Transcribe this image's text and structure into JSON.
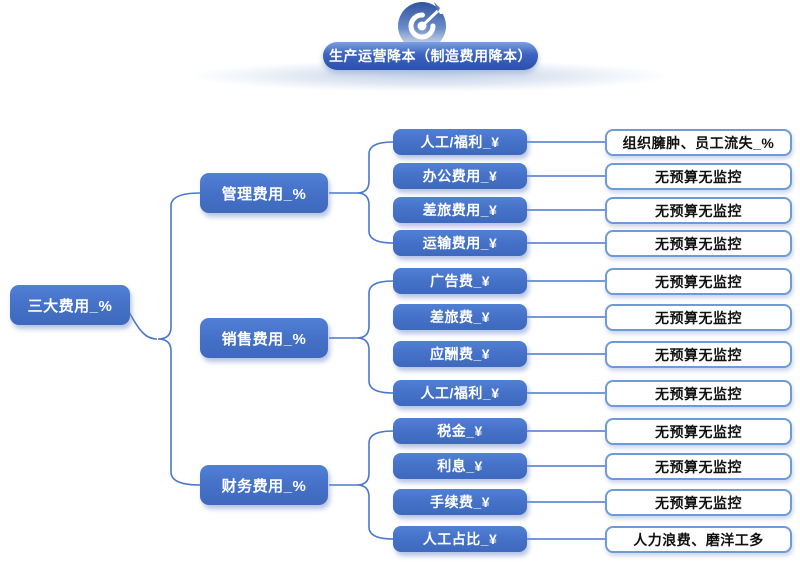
{
  "header": {
    "title": "生产运营降本（制造费用降本）",
    "icon": "target-dart-icon"
  },
  "root": {
    "label": "三大费用_%"
  },
  "groups": [
    {
      "branch": "管理费用_%",
      "items": [
        {
          "label": "人工/福利_¥",
          "note": "组织臃肿、员工流失_%"
        },
        {
          "label": "办公费用_¥",
          "note": "无预算无监控"
        },
        {
          "label": "差旅费用_¥",
          "note": "无预算无监控"
        },
        {
          "label": "运输费用_¥",
          "note": "无预算无监控"
        }
      ]
    },
    {
      "branch": "销售费用_%",
      "items": [
        {
          "label": "广告费_¥",
          "note": "无预算无监控"
        },
        {
          "label": "差旅费_¥",
          "note": "无预算无监控"
        },
        {
          "label": "应酬费_¥",
          "note": "无预算无监控"
        },
        {
          "label": "人工/福利_¥",
          "note": "无预算无监控"
        }
      ]
    },
    {
      "branch": "财务费用_%",
      "items": [
        {
          "label": "税金_¥",
          "note": "无预算无监控"
        },
        {
          "label": "利息_¥",
          "note": "无预算无监控"
        },
        {
          "label": "手续费_¥",
          "note": "无预算无监控"
        },
        {
          "label": "人工占比_¥",
          "note": "人力浪费、磨洋工多"
        }
      ]
    }
  ],
  "colors": {
    "node_blue": "#4470c6",
    "line_blue": "#4a77cd",
    "note_border": "#6d9ad9",
    "pill_dark": "#2b51ad",
    "pill_light": "#7b9fe2"
  }
}
